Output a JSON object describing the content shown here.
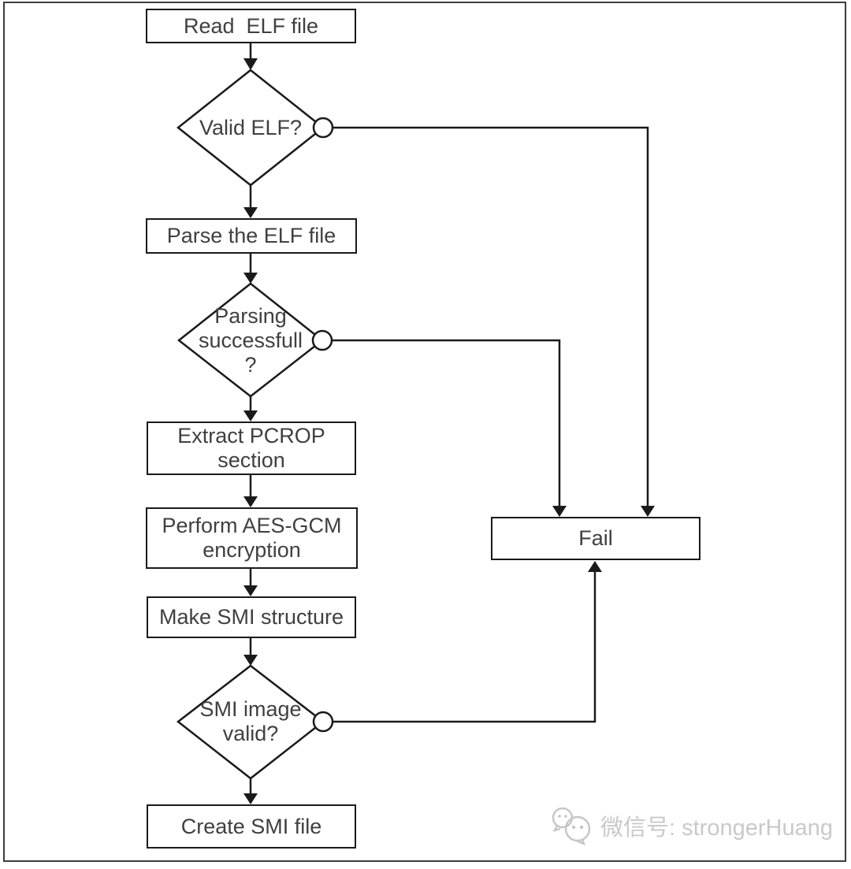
{
  "diagram": {
    "title_hint": "ELF to SMI encryption flowchart",
    "nodes": {
      "read_elf": "Read  ELF file",
      "valid_elf": "Valid ELF?",
      "parse_elf": "Parse the ELF file",
      "parsing_ok": "Parsing\nsuccessfull\n?",
      "extract_pcrop": "Extract PCROP\nsection",
      "aes_gcm": "Perform AES-GCM\nencryption",
      "make_smi": "Make SMI structure",
      "smi_valid": "SMI image\nvalid?",
      "create_smi": "Create SMI file",
      "fail": "Fail"
    },
    "colors": {
      "line": "#1a1a1a",
      "node_text": "#404040",
      "node_fill": "#ffffff",
      "canvas_border": "#3d3d3d"
    }
  },
  "watermark": {
    "icon": "wechat-icon",
    "text": "微信号: strongerHuang",
    "color": "#c9c9c9"
  }
}
